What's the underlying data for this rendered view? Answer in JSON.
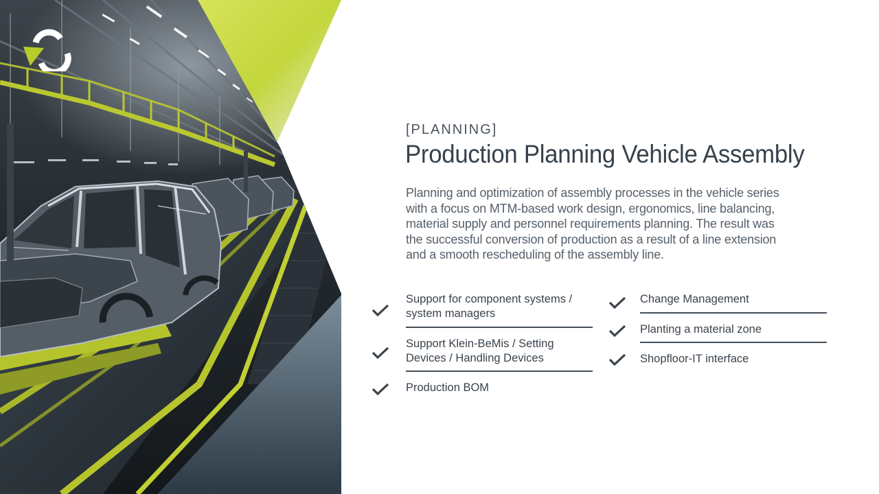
{
  "kicker": "[PLANNING]",
  "title": "Production Planning Vehicle Assembly",
  "description": "Planning and optimization of assembly processes in the vehicle series with a focus on MTM-based work design, ergonomics, line balancing, material supply and personnel requirements planning. The result was the successful conversion of production as a result of a line extension and a smooth rescheduling of the assembly line.",
  "features_left": [
    {
      "label": "Support for component systems / system managers"
    },
    {
      "label": "Support Klein-BeMis / Setting Devices / Handling Devices"
    },
    {
      "label": "Production BOM"
    }
  ],
  "features_right": [
    {
      "label": "Change Management"
    },
    {
      "label": "Planting a material zone"
    },
    {
      "label": "Shopfloor-IT interface"
    }
  ],
  "colors": {
    "accent_lime": "#c6d93a",
    "text_dark": "#36414b",
    "panel_slate": "#5f7282"
  },
  "icons": [
    "logo-mark",
    "check-icon",
    "factory-assembly-photo"
  ]
}
